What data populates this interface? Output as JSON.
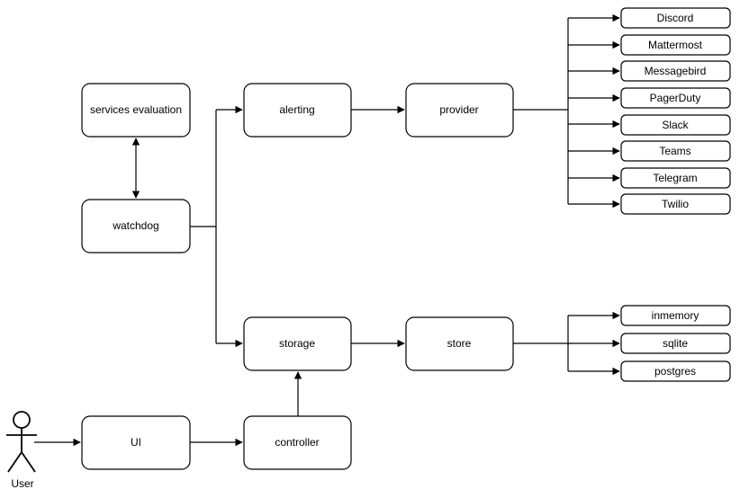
{
  "diagram": {
    "background_color": "#ffffff",
    "stroke_color": "#000000",
    "node_fill": "#ffffff",
    "nodes": {
      "services_evaluation": "services evaluation",
      "watchdog": "watchdog",
      "alerting": "alerting",
      "provider": "provider",
      "storage": "storage",
      "store": "store",
      "ui": "UI",
      "controller": "controller"
    },
    "actor": {
      "label": "User",
      "icon": "stick-figure-actor"
    },
    "provider_targets": [
      "Discord",
      "Mattermost",
      "Messagebird",
      "PagerDuty",
      "Slack",
      "Teams",
      "Telegram",
      "Twilio"
    ],
    "store_targets": [
      "inmemory",
      "sqlite",
      "postgres"
    ]
  }
}
